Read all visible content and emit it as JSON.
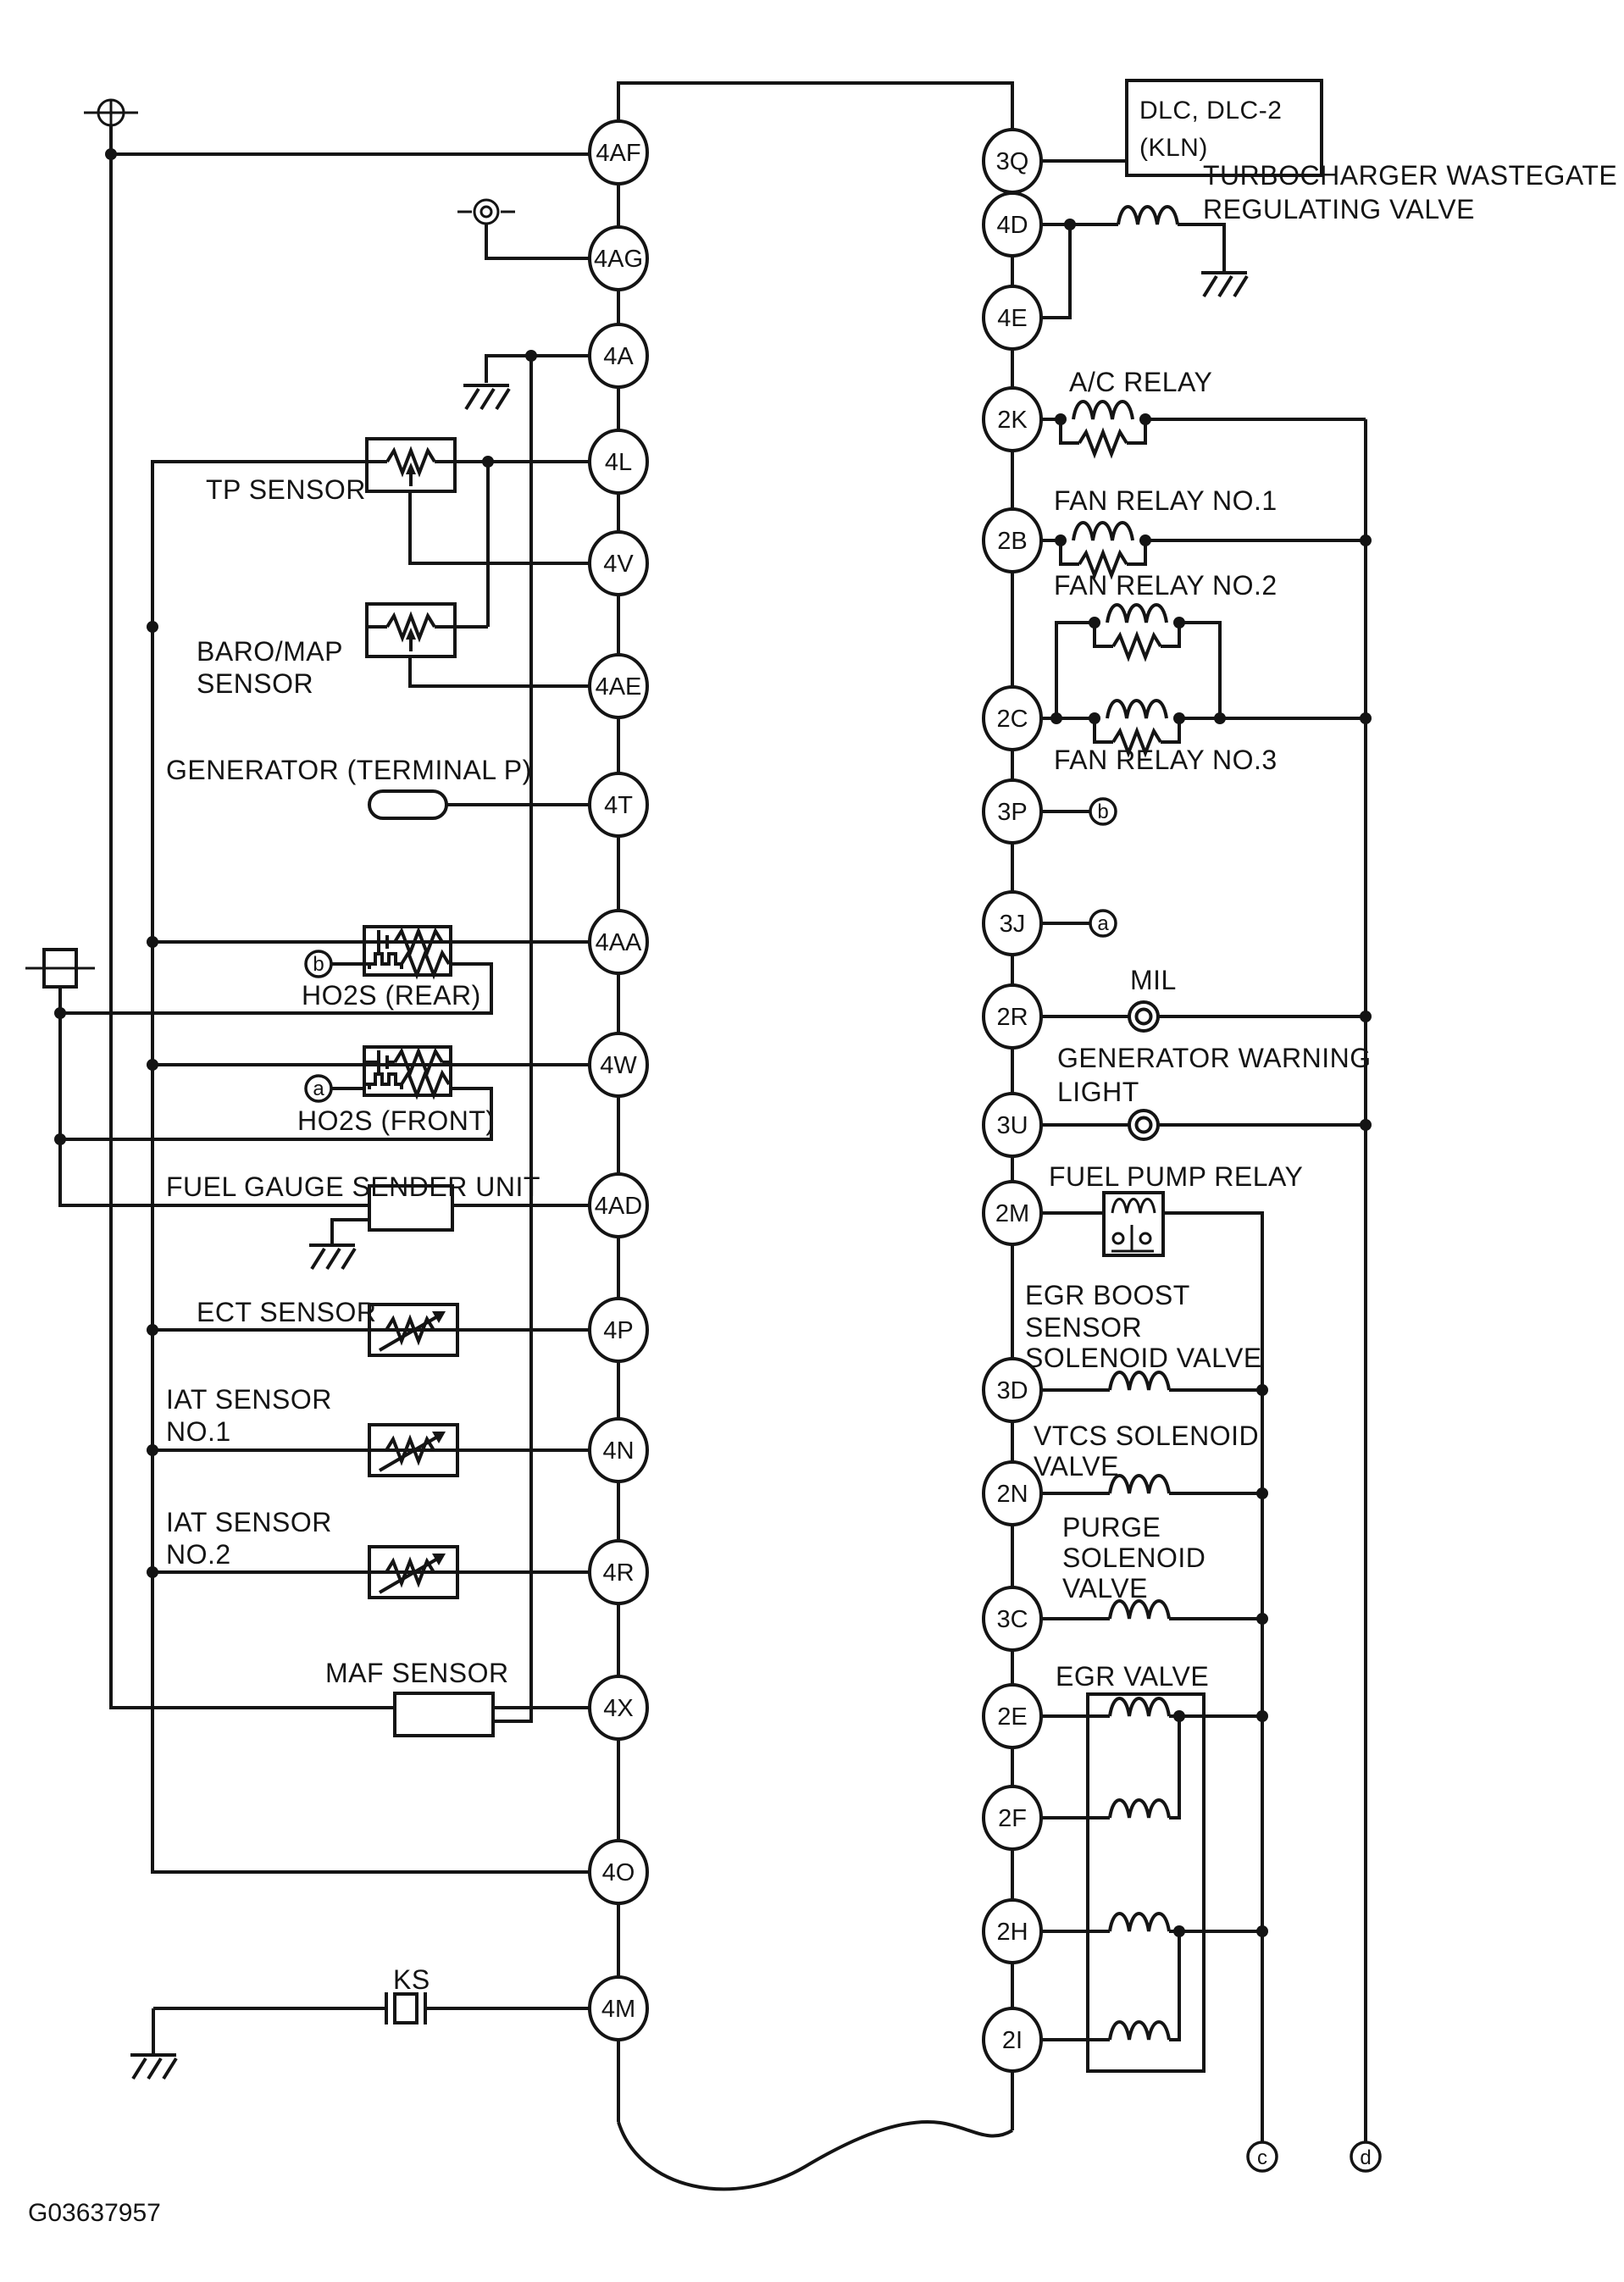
{
  "figure_id": "G03637957",
  "colors": {
    "ink": "#141414",
    "paper": "#ffffff"
  },
  "pins": {
    "left": [
      "4AF",
      "4AG",
      "4A",
      "4L",
      "4V",
      "4AE",
      "4T",
      "4AA",
      "4W",
      "4AD",
      "4P",
      "4N",
      "4R",
      "4X",
      "4O",
      "4M"
    ],
    "right": [
      "3Q",
      "4D",
      "4E",
      "2K",
      "2B",
      "2C",
      "3P",
      "3J",
      "2R",
      "3U",
      "2M",
      "3D",
      "2N",
      "3C",
      "2E",
      "2F",
      "2H",
      "2I"
    ]
  },
  "terminals": {
    "ho2s_rear": "b",
    "ho2s_front": "a",
    "pin_3p": "b",
    "pin_3j": "a",
    "bottom_c": "c",
    "bottom_d": "d"
  },
  "labels": {
    "dlc": [
      "DLC, DLC-2",
      "(KLN)"
    ],
    "turbo": [
      "TURBOCHARGER WASTEGATE",
      "REGULATING VALVE"
    ],
    "ac_relay": "A/C RELAY",
    "fan_relay_1": "FAN RELAY NO.1",
    "fan_relay_2": "FAN RELAY NO.2",
    "fan_relay_3": "FAN RELAY NO.3",
    "mil": "MIL",
    "generator_warning": [
      "GENERATOR WARNING",
      "LIGHT"
    ],
    "fuel_pump_relay": "FUEL PUMP RELAY",
    "egr_boost": [
      "EGR BOOST",
      "SENSOR",
      "SOLENOID VALVE"
    ],
    "vtcs": [
      "VTCS SOLENOID",
      "VALVE"
    ],
    "purge": [
      "PURGE",
      "SOLENOID",
      "VALVE"
    ],
    "egr_valve": "EGR VALVE",
    "tp_sensor": "TP SENSOR",
    "baro_map": [
      "BARO/MAP",
      "SENSOR"
    ],
    "generator_p": "GENERATOR (TERMINAL P)",
    "ho2s_rear": "HO2S (REAR)",
    "ho2s_front": "HO2S (FRONT)",
    "fuel_gauge": "FUEL GAUGE SENDER UNIT",
    "ect": "ECT SENSOR",
    "iat1": [
      "IAT SENSOR",
      "NO.1"
    ],
    "iat2": [
      "IAT SENSOR",
      "NO.2"
    ],
    "maf": "MAF SENSOR",
    "ks": "KS"
  }
}
